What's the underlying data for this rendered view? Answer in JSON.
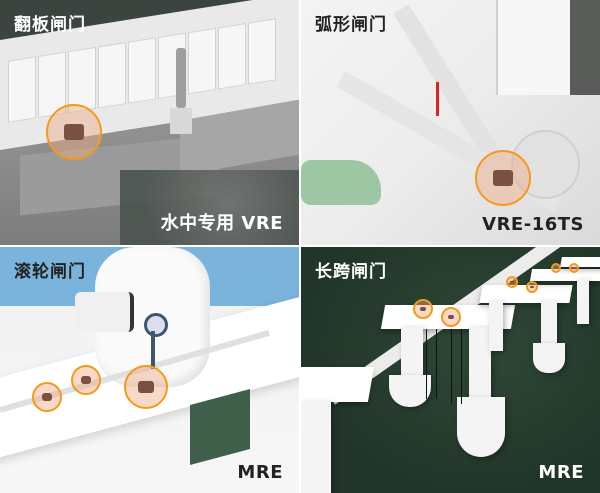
{
  "panels": [
    {
      "id": "flap-gate",
      "title": "翻板闸门",
      "model": "水中专用 VRE",
      "title_color": "#ffffff",
      "model_color": "#ffffff",
      "icon": "flap-gate-scene"
    },
    {
      "id": "radial-gate",
      "title": "弧形闸门",
      "model": "VRE-16TS",
      "title_color": "#222222",
      "model_color": "#222222",
      "icon": "radial-gate-scene"
    },
    {
      "id": "roller-gate",
      "title": "滚轮闸门",
      "model": "MRE",
      "title_color": "#222222",
      "model_color": "#222222",
      "icon": "roller-gate-scene"
    },
    {
      "id": "long-span-gate",
      "title": "长跨闸门",
      "model": "MRE",
      "title_color": "#ffffff",
      "model_color": "#ffffff",
      "icon": "long-span-gate-scene"
    }
  ],
  "colors": {
    "highlight_ring": "#f39a1a",
    "highlight_fill": "#f0aa82",
    "sky": "#7ab3db",
    "water_dark": "#22352a",
    "arrow_red": "#dd2222"
  }
}
